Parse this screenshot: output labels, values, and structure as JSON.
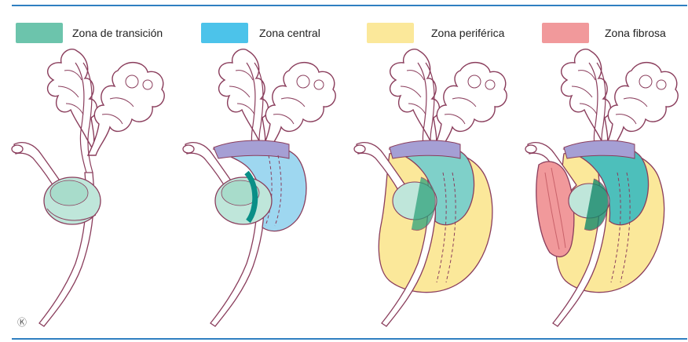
{
  "legend": [
    {
      "label": "Zona de transición",
      "color": "#6cc4ac"
    },
    {
      "label": "Zona central",
      "color": "#4cc3ea"
    },
    {
      "label": "Zona periférica",
      "color": "#fbe89a"
    },
    {
      "label": "Zona fibrosa",
      "color": "#f1999b"
    }
  ],
  "colors": {
    "outline": "#8a3d5c",
    "seminal": "#ffffff",
    "ejaculatory": "#a59fd4",
    "rule": "#2f7fc1"
  },
  "panels": [
    {
      "zones": [
        "transition"
      ]
    },
    {
      "zones": [
        "transition",
        "central"
      ]
    },
    {
      "zones": [
        "transition",
        "central",
        "peripheral"
      ]
    },
    {
      "zones": [
        "transition",
        "central",
        "peripheral",
        "fibrous"
      ]
    }
  ],
  "logo_text": "Ⓚ"
}
